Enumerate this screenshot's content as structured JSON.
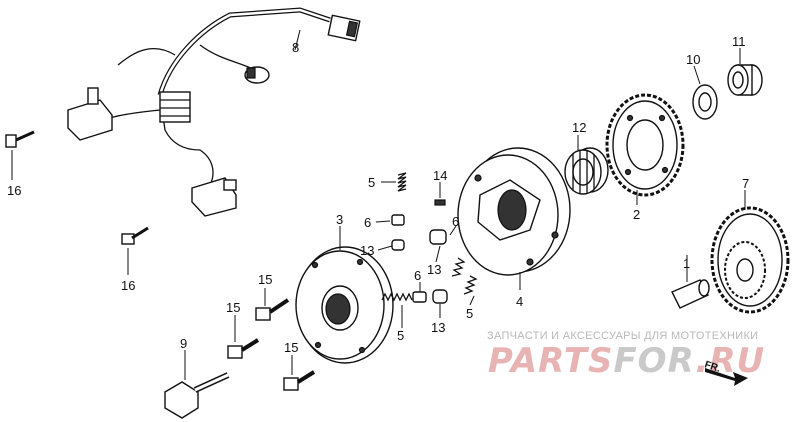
{
  "callouts": [
    {
      "id": "c1",
      "text": "1"
    },
    {
      "id": "c2",
      "text": "2"
    },
    {
      "id": "c3",
      "text": "3"
    },
    {
      "id": "c4",
      "text": "4"
    },
    {
      "id": "c5a",
      "text": "5"
    },
    {
      "id": "c5b",
      "text": "5"
    },
    {
      "id": "c5c",
      "text": "5"
    },
    {
      "id": "c6a",
      "text": "6"
    },
    {
      "id": "c6b",
      "text": "6"
    },
    {
      "id": "c6c",
      "text": "6"
    },
    {
      "id": "c7",
      "text": "7"
    },
    {
      "id": "c8",
      "text": "8"
    },
    {
      "id": "c9",
      "text": "9"
    },
    {
      "id": "c10",
      "text": "10"
    },
    {
      "id": "c11",
      "text": "11"
    },
    {
      "id": "c12",
      "text": "12"
    },
    {
      "id": "c13a",
      "text": "13"
    },
    {
      "id": "c13b",
      "text": "13"
    },
    {
      "id": "c13c",
      "text": "13"
    },
    {
      "id": "c14",
      "text": "14"
    },
    {
      "id": "c15a",
      "text": "15"
    },
    {
      "id": "c15b",
      "text": "15"
    },
    {
      "id": "c15c",
      "text": "15"
    },
    {
      "id": "c16a",
      "text": "16"
    },
    {
      "id": "c16b",
      "text": "16"
    }
  ],
  "watermark": {
    "subtitle": "ЗАПЧАСТИ И АКСЕССУАРЫ ДЛЯ МОТОТЕХНИКИ",
    "brand_red1": "PARTS",
    "brand_gray": "FOR",
    "brand_red2": ".RU",
    "arrow_text": "FR.",
    "colors": {
      "red": "#e8b3b3",
      "gray": "#c9c9c9"
    }
  }
}
